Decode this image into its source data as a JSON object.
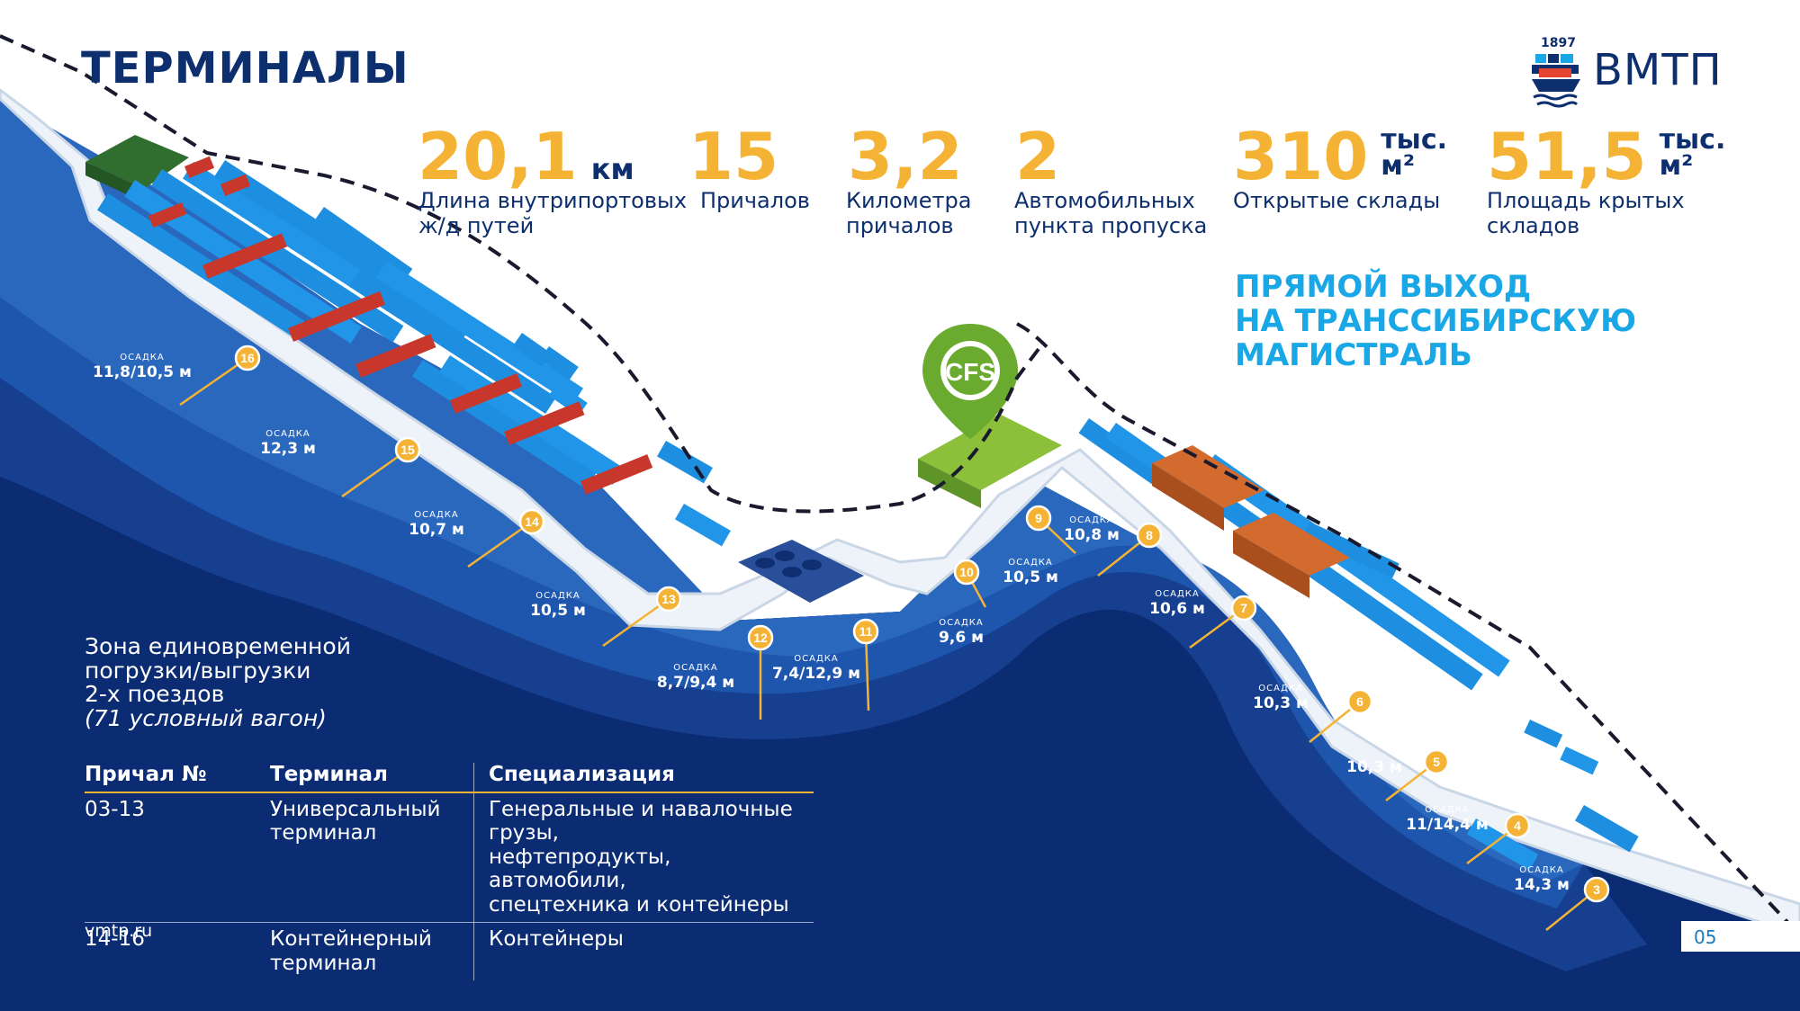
{
  "title": "ТЕРМИНАЛЫ",
  "logo": {
    "year": "1897",
    "name": "ВМТП",
    "brand_color": "#0d2f6e"
  },
  "stats": [
    {
      "number": "20,1",
      "unit": "км",
      "label": "Длина внутрипортовых\nж/д путей"
    },
    {
      "number": "15",
      "unit": "",
      "label": "Причалов"
    },
    {
      "number": "3,2",
      "unit": "",
      "label": "Километра\nпричалов"
    },
    {
      "number": "2",
      "unit": "",
      "label": "Автомобильных\nпункта пропуска"
    },
    {
      "number": "310",
      "unit_top": "тыс.",
      "unit_bottom": "м²",
      "label": "Открытые склады"
    },
    {
      "number": "51,5",
      "unit_top": "тыс.",
      "unit_bottom": "м²",
      "label": "Площадь крытых\nскладов"
    }
  ],
  "tagline": "ПРЯМОЙ ВЫХОД\nНА ТРАНССИБИРСКУЮ\nМАГИСТРАЛЬ",
  "cfs_label": "CFS",
  "depth_caption": "ОСАДКА",
  "berths": [
    {
      "number": "16",
      "depth": "11,8/10,5 м"
    },
    {
      "number": "15",
      "depth": "12,3 м"
    },
    {
      "number": "14",
      "depth": "10,7 м"
    },
    {
      "number": "13",
      "depth": "10,5 м"
    },
    {
      "number": "12",
      "depth": "8,7/9,4 м"
    },
    {
      "number": "11",
      "depth": "7,4/12,9 м"
    },
    {
      "number": "10",
      "depth": "9,6 м"
    },
    {
      "number": "9",
      "depth": "10,5 м"
    },
    {
      "number": "8",
      "depth": "10,8 м"
    },
    {
      "number": "7",
      "depth": "10,6 м"
    },
    {
      "number": "6",
      "depth": "10,3 м"
    },
    {
      "number": "5",
      "depth": "10,3 м"
    },
    {
      "number": "4",
      "depth": "11/14,4 м"
    },
    {
      "number": "3",
      "depth": "14,3 м"
    }
  ],
  "zone_text": "Зона единовременной\nпогрузки/выгрузки\n2-х поездов",
  "zone_note": "(71 условный вагон)",
  "table": {
    "headers": [
      "Причал №",
      "Терминал",
      "Специализация"
    ],
    "rows": [
      [
        "03-13",
        "Универсальный\nтерминал",
        "Генеральные и навалочные грузы,\nнефтепродукты, автомобили,\nспецтехника и контейнеры"
      ],
      [
        "14-16",
        "Контейнерный\nтерминал",
        "Контейнеры"
      ]
    ]
  },
  "website": "vmtp.ru",
  "page_number": "05",
  "colors": {
    "accent_yellow": "#f5b335",
    "sea_dark": "#0c2f78",
    "sea_mid": "#17489a",
    "sea_light": "#2361b3",
    "container_blue": "#1e8fe0",
    "container_red": "#c8372c",
    "warehouse_orange": "#c6622a",
    "cfs_green": "#6aaa2e",
    "tagline_blue": "#1aa7e6"
  }
}
